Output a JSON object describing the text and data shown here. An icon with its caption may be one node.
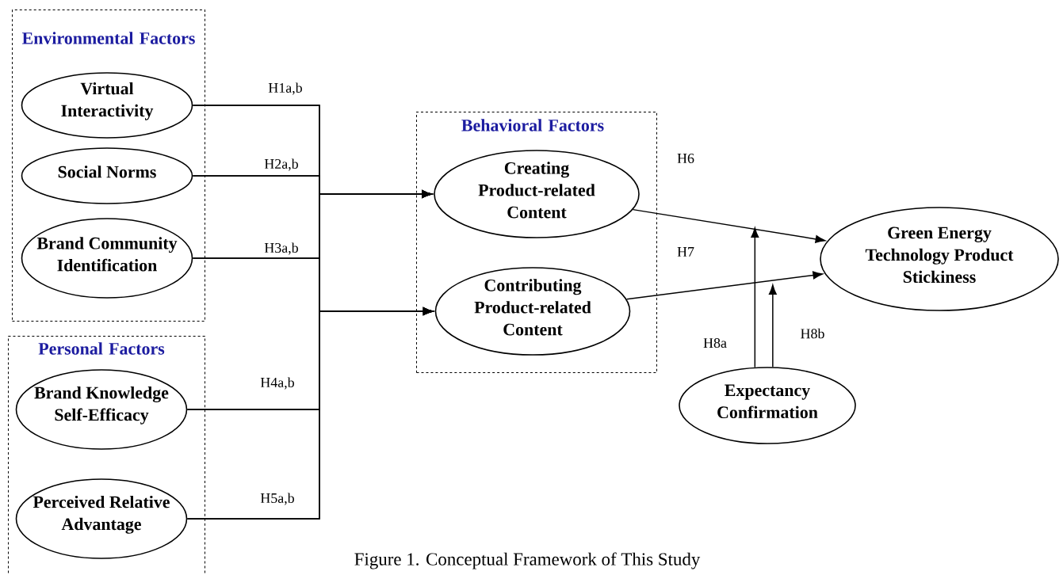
{
  "diagram": {
    "caption": "Figure 1. Conceptual Framework of This Study",
    "nodes": [
      {
        "text": [
          "Environmental Factors"
        ]
      },
      {
        "text": [
          "Virtual Interactivity"
        ],
        "in": 0
      },
      {
        "text": [
          "Social Norms"
        ],
        "in": 0
      },
      {
        "text": [
          "Brand Community Identification"
        ],
        "in": 0
      },
      {
        "text": [
          "Personal Factors"
        ]
      },
      {
        "text": [
          "Brand Knowledge Self-Efficacy"
        ],
        "in": 4
      },
      {
        "text": [
          "Perceived Relative Advantage"
        ],
        "in": 4
      },
      {
        "text": [
          "Behavioral Factors"
        ]
      },
      {
        "text": [
          "Creating Product-related Content"
        ],
        "in": 7
      },
      {
        "text": [
          "Contributing Product-related Content"
        ],
        "in": 7
      },
      {
        "text": [
          "Green Energy Technology Product Stickiness"
        ]
      },
      {
        "text": [
          "Expectancy Confirmation"
        ]
      }
    ],
    "edges": [
      {
        "from": 1,
        "to": 8,
        "arrow": "to",
        "label": "H1a,b"
      },
      {
        "from": 1,
        "to": 9,
        "arrow": "to"
      },
      {
        "from": 2,
        "to": 8,
        "arrow": "to",
        "label": "H2a,b"
      },
      {
        "from": 2,
        "to": 9,
        "arrow": "to"
      },
      {
        "from": 3,
        "to": 8,
        "arrow": "to",
        "label": "H3a,b"
      },
      {
        "from": 3,
        "to": 9,
        "arrow": "to"
      },
      {
        "from": 5,
        "to": 8,
        "arrow": "to",
        "label": "H4a,b"
      },
      {
        "from": 5,
        "to": 9,
        "arrow": "to"
      },
      {
        "from": 6,
        "to": 8,
        "arrow": "to",
        "label": "H5a,b"
      },
      {
        "from": 6,
        "to": 9,
        "arrow": "to"
      },
      {
        "from": 8,
        "to": 10,
        "arrow": "to",
        "label": "H6"
      },
      {
        "from": 9,
        "to": 10,
        "arrow": "to",
        "label": "H7"
      },
      {
        "from": 11,
        "to": null,
        "arrow": "to",
        "label": "H8a"
      },
      {
        "from": 11,
        "to": null,
        "arrow": "to",
        "label": "H8b"
      }
    ]
  }
}
